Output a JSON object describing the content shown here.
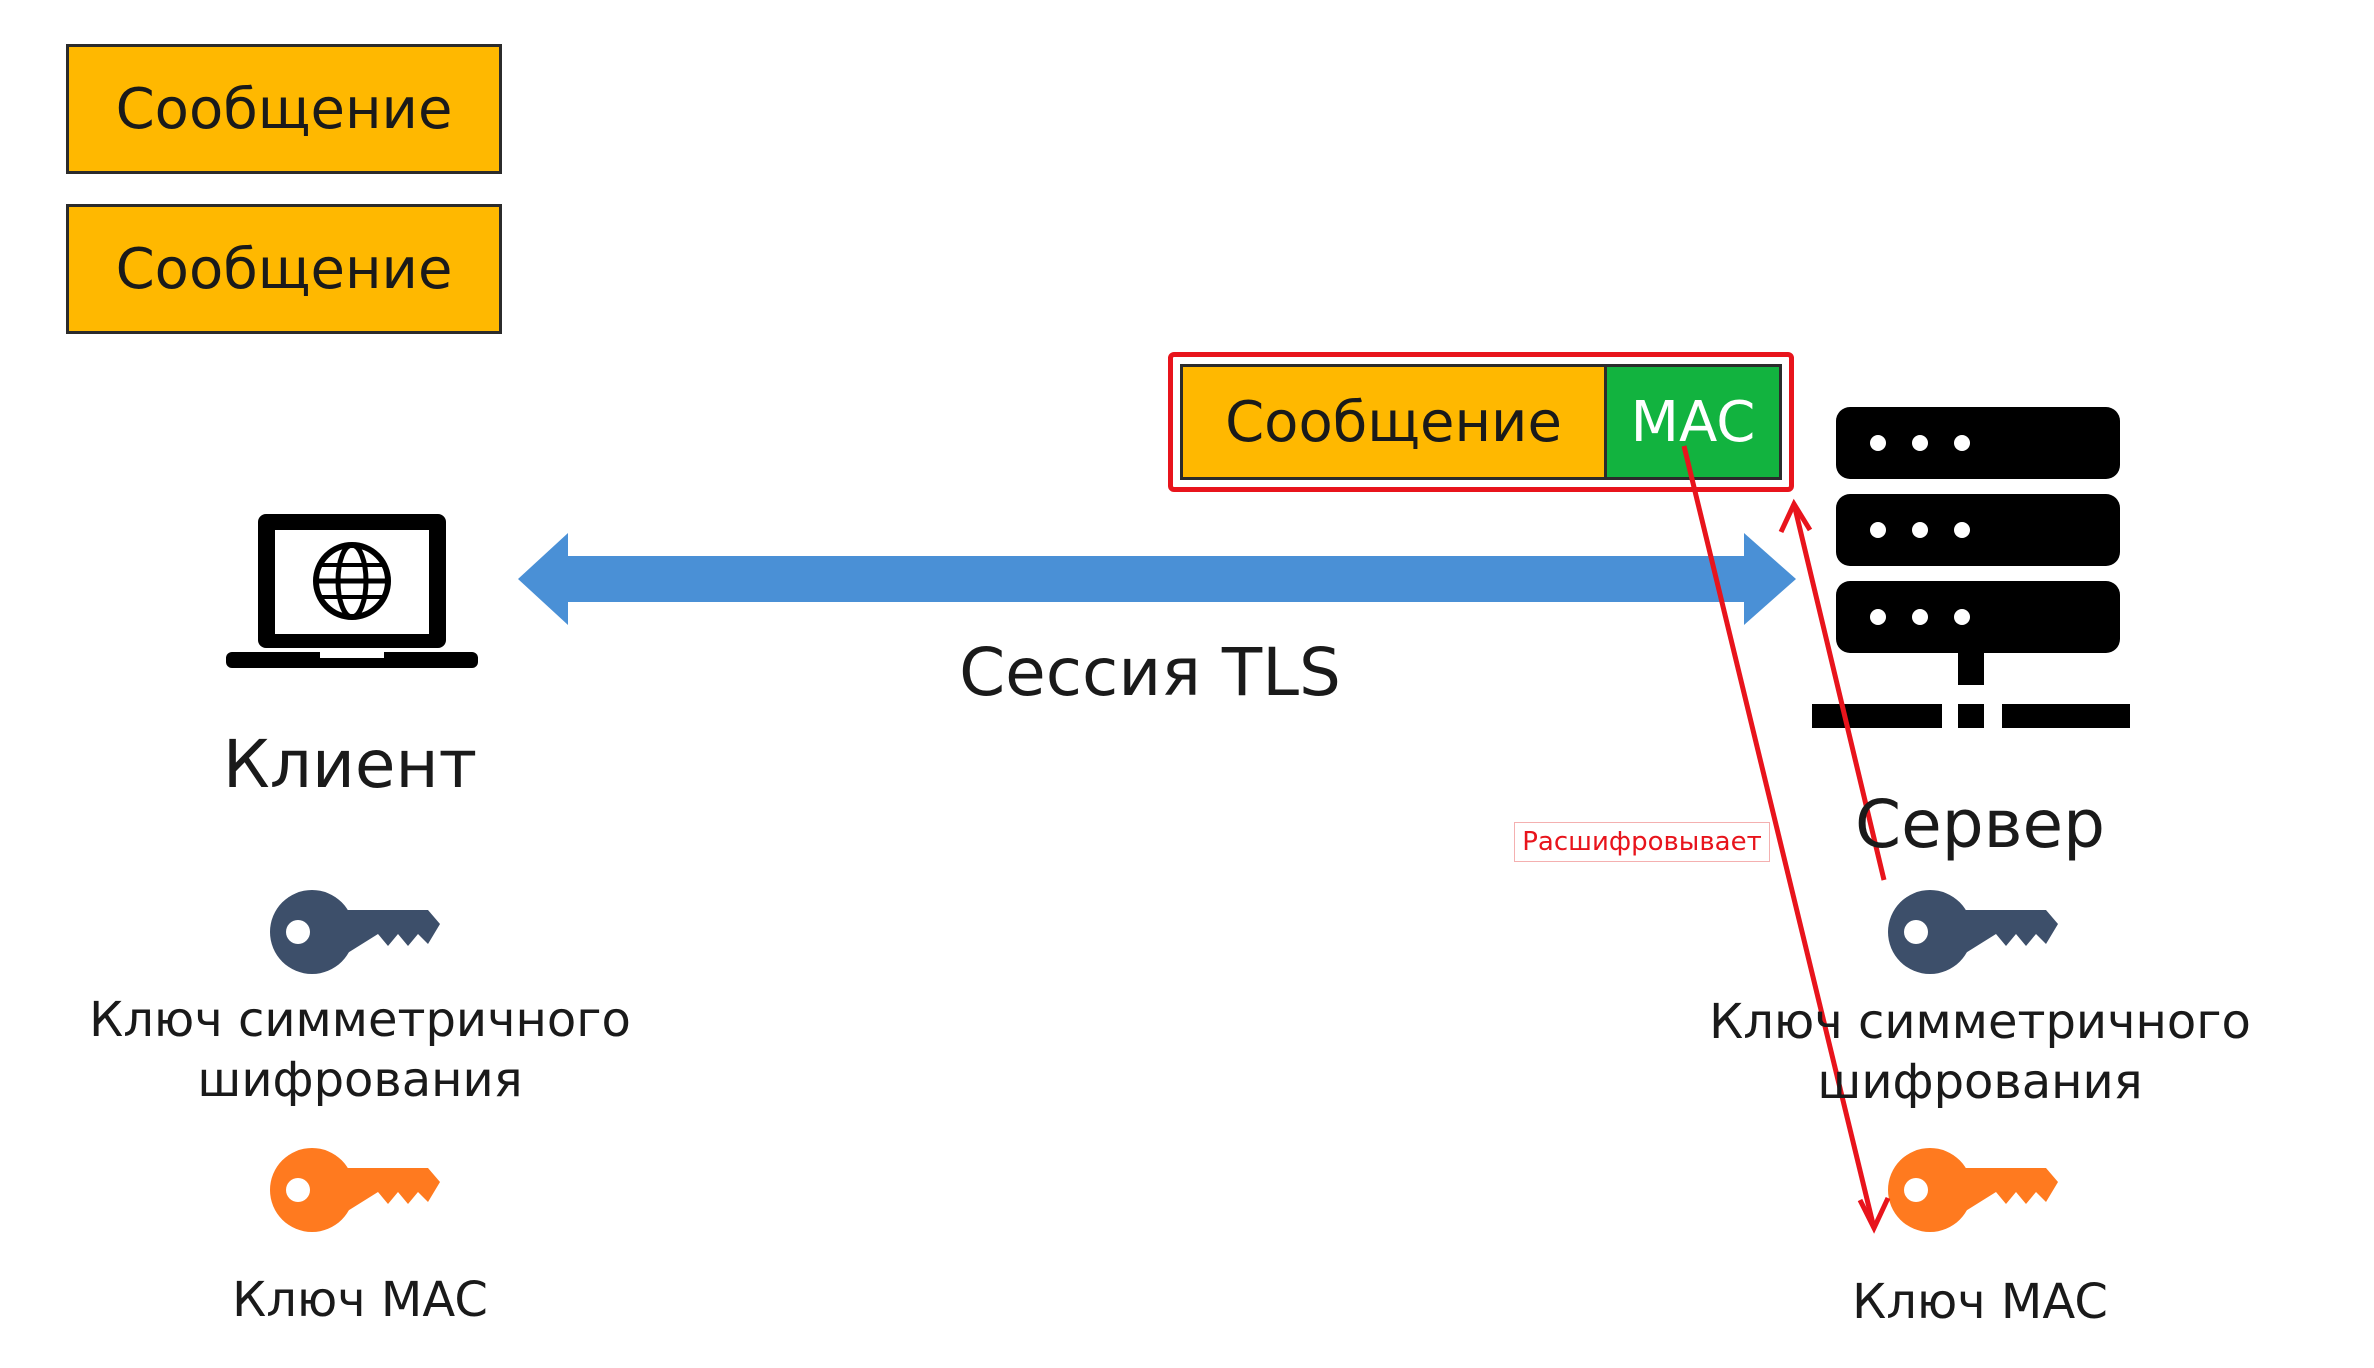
{
  "top_messages": [
    "Сообщение",
    "Сообщение"
  ],
  "packet": {
    "message_label": "Сообщение",
    "mac_label": "MAC"
  },
  "session": {
    "label": "Сессия TLS"
  },
  "client": {
    "label": "Клиент",
    "sym_key_label": "Ключ симметричного шифрования",
    "mac_key_label": "Ключ MAC"
  },
  "server": {
    "label": "Сервер",
    "sym_key_label": "Ключ симметричного шифрования",
    "mac_key_label": "Ключ MAC"
  },
  "annotation": {
    "label": "Расшифровывает"
  },
  "colors": {
    "message": "#ffb800",
    "mac": "#12b33f",
    "session_arrow": "#4a90d6",
    "annotation": "#e8141c",
    "sym_key": "#3d4f6a",
    "mac_key": "#ff7a1f"
  },
  "icons": [
    "laptop-globe-icon",
    "server-rack-icon",
    "key-icon"
  ]
}
